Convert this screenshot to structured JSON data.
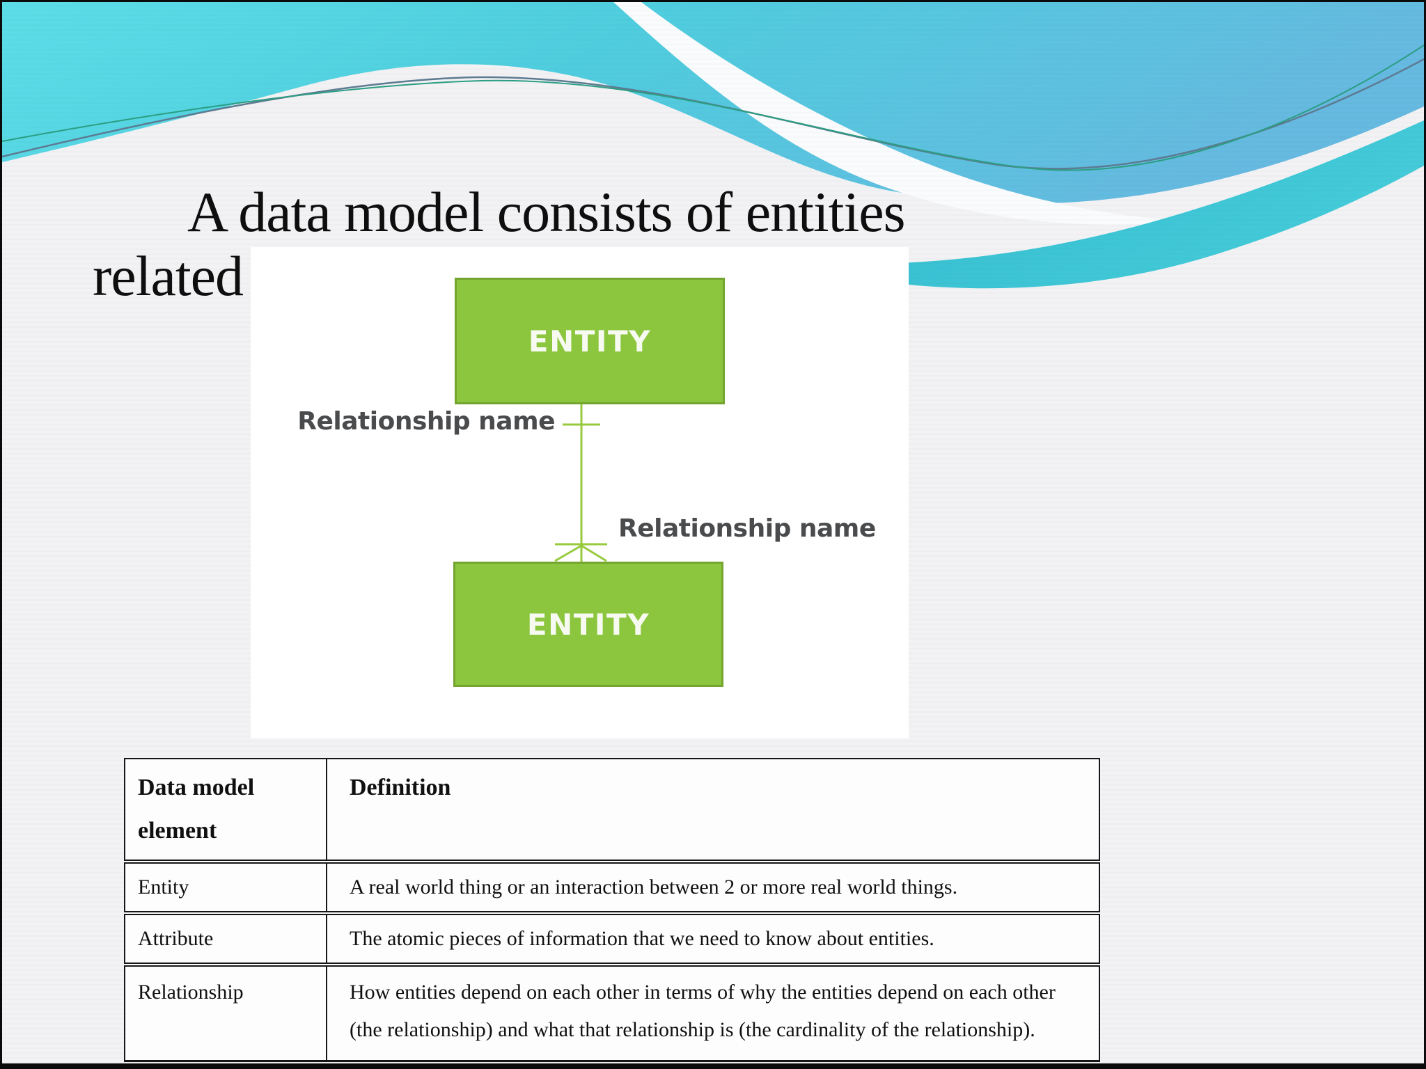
{
  "slide": {
    "title": {
      "line1": "A data model consists of entities",
      "line2": "related"
    }
  },
  "diagram": {
    "top_entity_label": "ENTITY",
    "bottom_entity_label": "ENTITY",
    "relationship_label_left": "Relationship name",
    "relationship_label_right": "Relationship name",
    "notation": "crow-foot one-to-many connector",
    "colors": {
      "entity_fill": "#8cc63e",
      "entity_border": "#74a52f",
      "entity_text": "#f7faf0",
      "connector_line": "#97ca3c",
      "label_text": "#4a4b4d",
      "panel_background": "#ffffff"
    }
  },
  "table": {
    "headers": [
      "Data model element",
      "Definition"
    ],
    "rows": [
      {
        "element": "Entity",
        "definition": "A real world thing or an interaction between 2 or more real world things."
      },
      {
        "element": "Attribute",
        "definition": "The atomic pieces of information that we need to know about entities."
      },
      {
        "element": "Relationship",
        "definition": "How entities depend on each other in terms of why the entities depend on each other (the relationship) and what that relationship is (the cardinality of the relationship)."
      }
    ]
  },
  "theme": {
    "slide_background": "#f2f2f4",
    "banner_cyan": "#55d8e3",
    "banner_blue": "#66b9e0",
    "banner_teal_ribbon": "#35c2d4",
    "accent_line_slate": "#5d7b92",
    "accent_line_teal": "#2b9e82",
    "title_text": "#0e0e0e"
  }
}
